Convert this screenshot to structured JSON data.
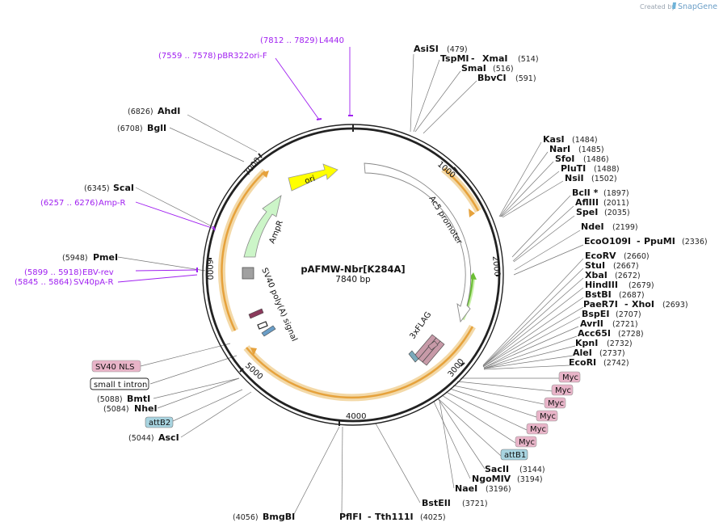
{
  "credit": {
    "prefix": "Created by",
    "brand": "SnapGene"
  },
  "plasmid": {
    "name": "pAFMW-Nbr[K284A]",
    "size": "7840 bp",
    "length": 7840
  },
  "enzymes": [
    {
      "name": "AsiSI",
      "pos": "(479)"
    },
    {
      "name": "TspMI",
      "name2": "XmaI",
      "pos": "(514)"
    },
    {
      "name": "SmaI",
      "pos": "(516)"
    },
    {
      "name": "BbvCI",
      "pos": "(591)"
    },
    {
      "name": "KasI",
      "pos": "(1484)"
    },
    {
      "name": "NarI",
      "pos": "(1485)"
    },
    {
      "name": "SfoI",
      "pos": "(1486)"
    },
    {
      "name": "PluTI",
      "pos": "(1488)"
    },
    {
      "name": "NsiI",
      "pos": "(1502)"
    },
    {
      "name": "BclI *",
      "pos": "(1897)"
    },
    {
      "name": "AflIII",
      "pos": "(2011)"
    },
    {
      "name": "SpeI",
      "pos": "(2035)"
    },
    {
      "name": "NdeI",
      "pos": "(2199)"
    },
    {
      "name": "EcoO109I",
      "name2": "PpuMI",
      "pos": "(2336)"
    },
    {
      "name": "EcoRV",
      "pos": "(2660)"
    },
    {
      "name": "StuI",
      "pos": "(2667)"
    },
    {
      "name": "XbaI",
      "pos": "(2672)"
    },
    {
      "name": "HindIII",
      "pos": "(2679)"
    },
    {
      "name": "BstBI",
      "pos": "(2687)"
    },
    {
      "name": "PaeR7I",
      "name2": "XhoI",
      "pos": "(2693)"
    },
    {
      "name": "BspEI",
      "pos": "(2707)"
    },
    {
      "name": "AvrII",
      "pos": "(2721)"
    },
    {
      "name": "Acc65I",
      "pos": "(2728)"
    },
    {
      "name": "KpnI",
      "pos": "(2732)"
    },
    {
      "name": "AleI",
      "pos": "(2737)"
    },
    {
      "name": "EcoRI",
      "pos": "(2742)"
    },
    {
      "name": "SacII",
      "pos": "(3144)"
    },
    {
      "name": "NgoMIV",
      "pos": "(3194)"
    },
    {
      "name": "NaeI",
      "pos": "(3196)"
    },
    {
      "name": "BstEII",
      "pos": "(3721)"
    },
    {
      "name": "PflFI",
      "name2": "Tth111I",
      "pos": "(4025)"
    },
    {
      "name": "BmgBI",
      "pos": "(4056)"
    },
    {
      "name": "AscI",
      "pos": "(5044)"
    },
    {
      "name": "NheI",
      "pos": "(5084)"
    },
    {
      "name": "BmtI",
      "pos": "(5088)"
    },
    {
      "name": "PmeI",
      "pos": "(5948)"
    },
    {
      "name": "ScaI",
      "pos": "(6345)"
    },
    {
      "name": "BglI",
      "pos": "(6708)"
    },
    {
      "name": "AhdI",
      "pos": "(6826)"
    }
  ],
  "primers": [
    {
      "name": "L4440",
      "range": "(7812 .. 7829)"
    },
    {
      "name": "pBR322ori-F",
      "range": "(7559 .. 7578)"
    },
    {
      "name": "Amp-R",
      "range": "(6257 .. 6276)"
    },
    {
      "name": "EBV-rev",
      "range": "(5899 .. 5918)"
    },
    {
      "name": "SV40pA-R",
      "range": "(5845 .. 5864)"
    }
  ],
  "boxed_features": [
    {
      "name": "SV40 NLS",
      "color": "#e8b4c8"
    },
    {
      "name": "small t intron",
      "color": "#ffffff"
    },
    {
      "name": "attB2",
      "color": "#a8d4e0"
    },
    {
      "name": "Myc",
      "color": "#e8b4c8"
    },
    {
      "name": "Myc",
      "color": "#e8b4c8"
    },
    {
      "name": "Myc",
      "color": "#e8b4c8"
    },
    {
      "name": "Myc",
      "color": "#e8b4c8"
    },
    {
      "name": "Myc",
      "color": "#e8b4c8"
    },
    {
      "name": "Myc",
      "color": "#e8b4c8"
    },
    {
      "name": "attB1",
      "color": "#a8d4e0"
    }
  ],
  "features": {
    "ori": "ori",
    "ampr": "AmpR",
    "act5c": "Ac5 promoter",
    "flag": "3xFLAG",
    "sv40pa": "SV40 poly(A) signal"
  },
  "ticks": [
    "1000",
    "2000",
    "3000",
    "4000",
    "5000",
    "6000",
    "7000"
  ],
  "colors": {
    "backbone": "#222222",
    "orf": "#f0c070",
    "ori": "#ffff00",
    "ampr": "#ccf5c8",
    "primer": "#a020f0",
    "green_orf": "#9adf6a"
  }
}
